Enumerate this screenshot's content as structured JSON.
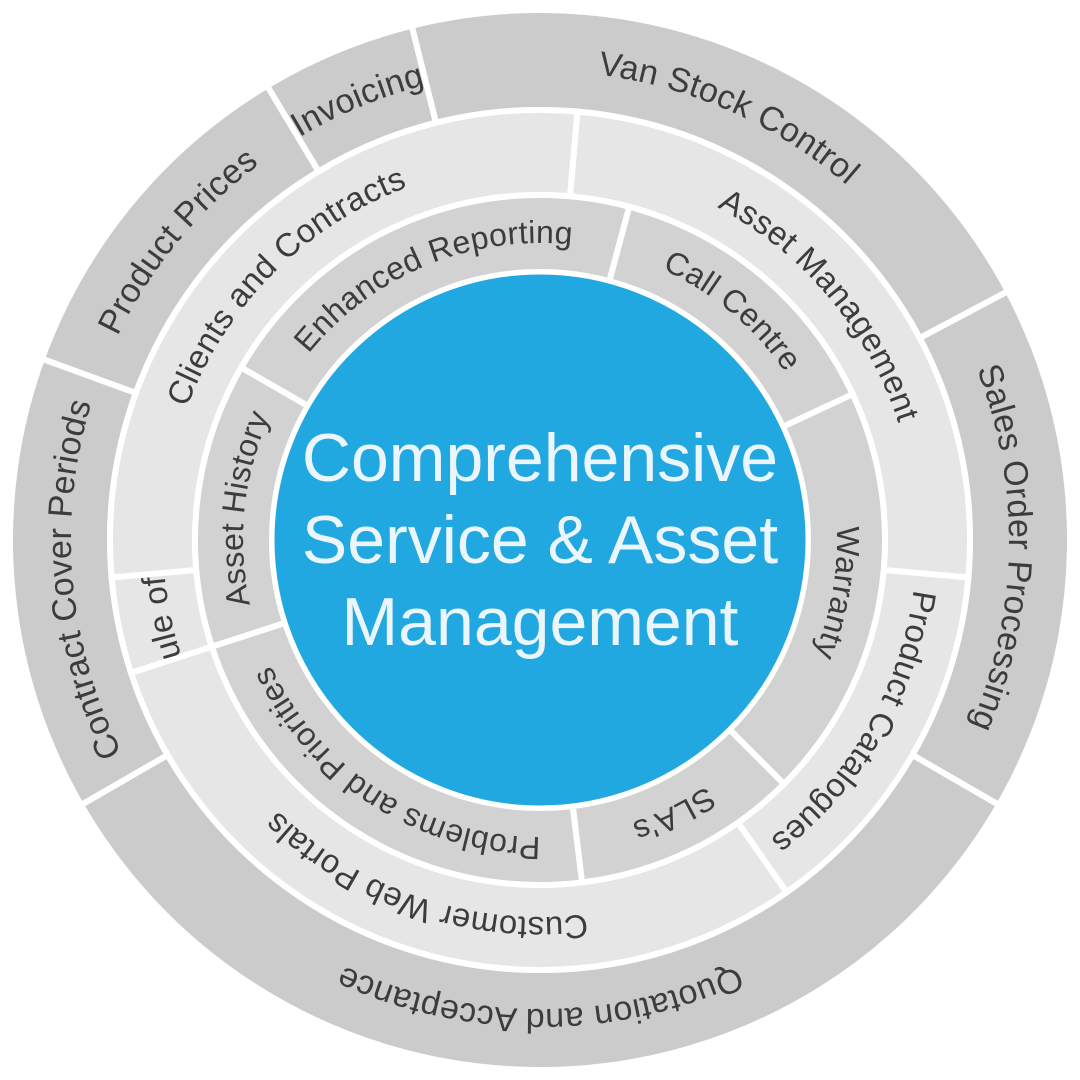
{
  "diagram": {
    "center": {
      "lines": [
        "Comprehensive",
        "Service & Asset",
        "Management"
      ],
      "color": "#22a8e0"
    },
    "colors": {
      "outer_ring": "#cbcbcb",
      "middle_ring": "#e6e6e6",
      "inner_ring": "#d2d2d2",
      "separator": "#ffffff",
      "text": "#3c3c3c"
    },
    "rings": {
      "outer": [
        "Invoicing",
        "Van Stock Control",
        "Sales Order Processing",
        "Quotation and Acceptance",
        "Contract Cover Periods",
        "Product Prices"
      ],
      "middle": [
        "Clients and Contracts",
        "Asset Management",
        "Product Catalogues",
        "Customer Web Portals",
        "Schedule of Rates"
      ],
      "inner": [
        "Enhanced Reporting",
        "Call Centre",
        "Warranty",
        "SLA's",
        "Problems and Priorities",
        "Asset History"
      ]
    }
  }
}
